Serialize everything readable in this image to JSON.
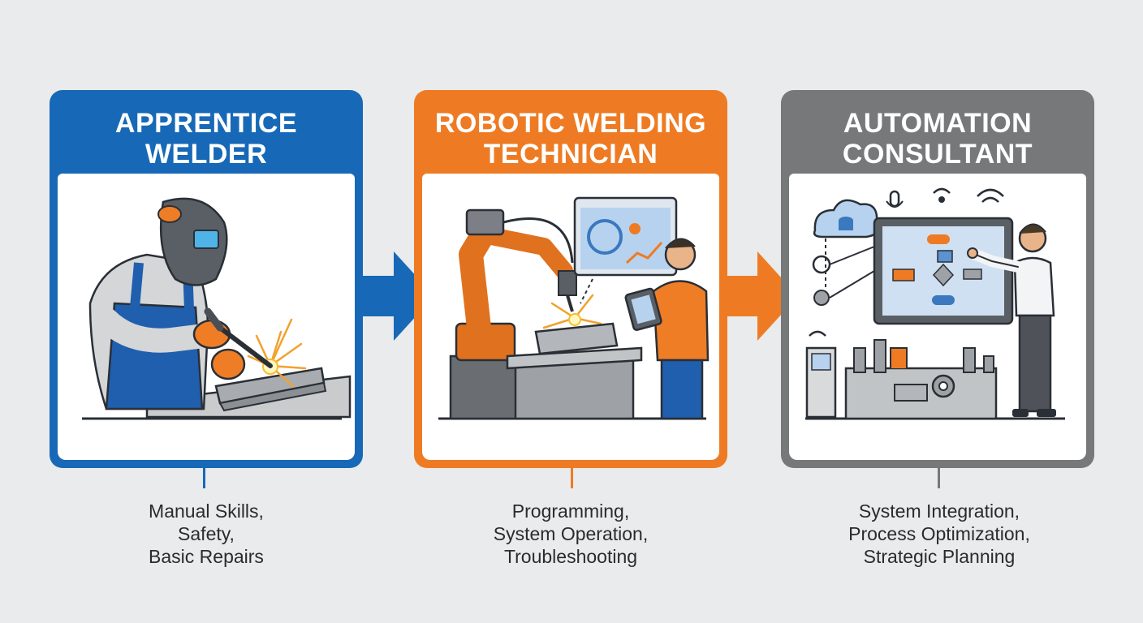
{
  "colors": {
    "blue": "#1769b7",
    "orange": "#ee7b23",
    "gray": "#77787a",
    "background": "#eaebec"
  },
  "stages": [
    {
      "title": "APPRENTICE\nWELDER",
      "illustration": "welder-icon",
      "skills": [
        "Manual Skills,",
        "Safety,",
        "Basic Repairs"
      ]
    },
    {
      "title": "ROBOTIC WELDING\nTECHNICIAN",
      "illustration": "robot-arm-icon",
      "skills": [
        "Programming,",
        "System Operation,",
        "Troubleshooting"
      ]
    },
    {
      "title": "AUTOMATION\nCONSULTANT",
      "illustration": "consultant-icon",
      "skills": [
        "System Integration,",
        "Process Optimization,",
        "Strategic Planning"
      ]
    }
  ]
}
